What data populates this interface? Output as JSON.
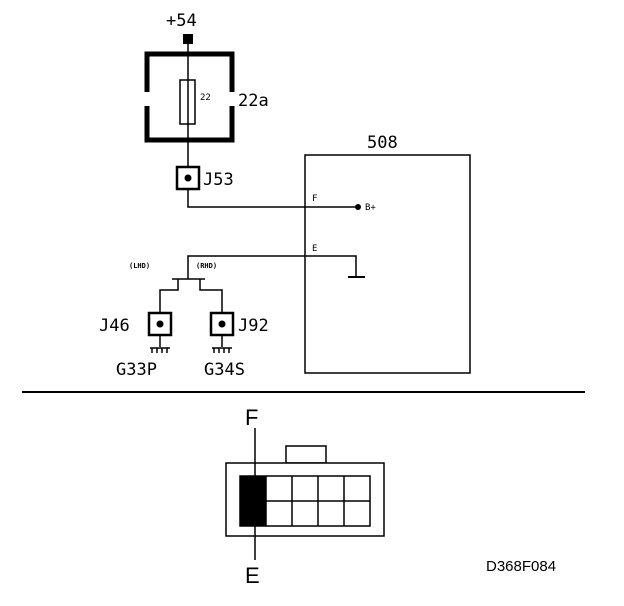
{
  "schematic": {
    "supply_label": "+54",
    "fuse_value": "22",
    "fuse_box_label": "22a",
    "junction_j53": "J53",
    "module_label": "508",
    "pin_f": "F",
    "pin_e": "E",
    "battery_label": "B+",
    "lhd_label": "(LHD)",
    "rhd_label": "(RHD)",
    "junction_j46": "J46",
    "junction_j92": "J92",
    "ground_g33p": "G33P",
    "ground_g34s": "G34S"
  },
  "connector": {
    "top_pin_label": "F",
    "bottom_pin_label": "E"
  },
  "figure_ref": "D368F084"
}
